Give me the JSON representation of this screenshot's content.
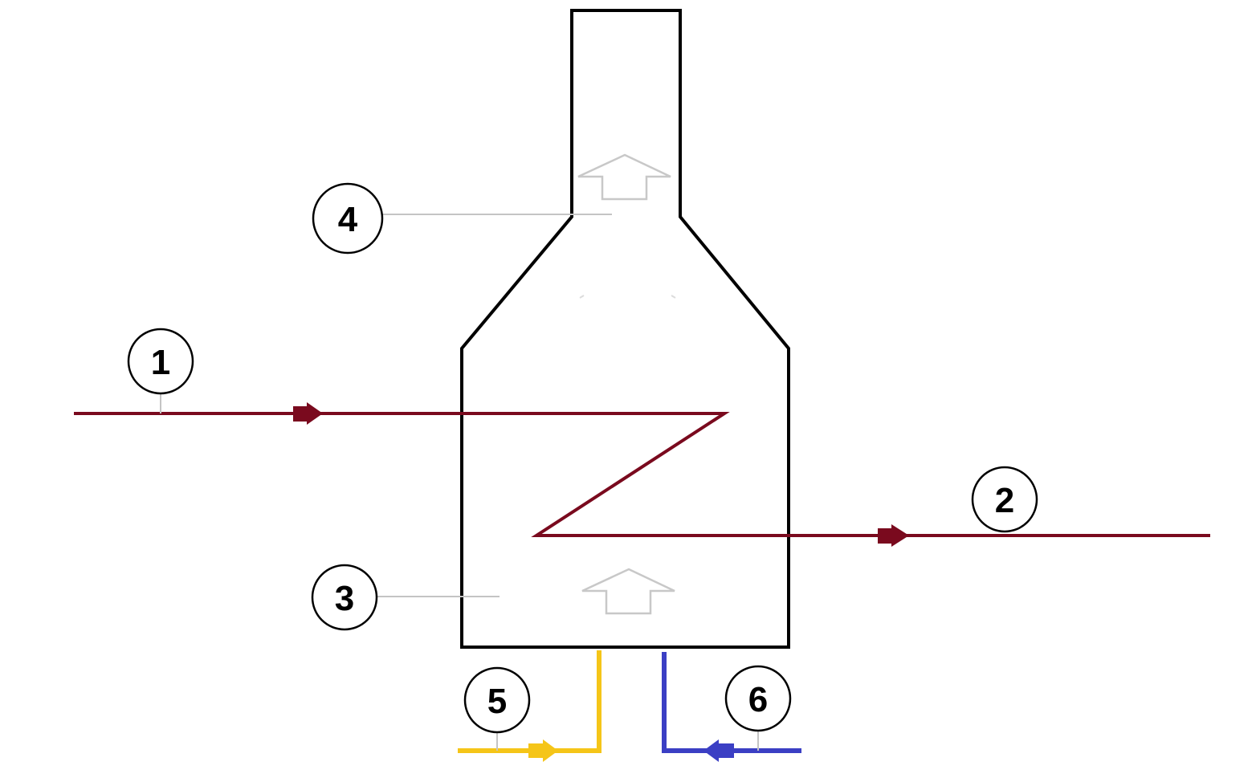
{
  "colors": {
    "furnace_outline": "#000000",
    "process_stream": "#7a0a1e",
    "flue_gas_arrow": "#c8c8c8",
    "leader_line": "#c4c4c4",
    "fuel_line": "#f5c518",
    "air_line": "#3b3fc4",
    "callout_stroke": "#000000",
    "callout_fill": "#ffffff"
  },
  "callouts": {
    "c1": "1",
    "c2": "2",
    "c3": "3",
    "c4": "4",
    "c5": "5",
    "c6": "6"
  },
  "icons": {
    "process_inlet_arrow": "arrow-right",
    "process_outlet_arrow": "arrow-right",
    "fuel_arrow": "arrow-right",
    "air_arrow": "arrow-left",
    "flue_gas_upper": "hollow-arrow-up",
    "flue_gas_lower": "hollow-arrow-up"
  }
}
